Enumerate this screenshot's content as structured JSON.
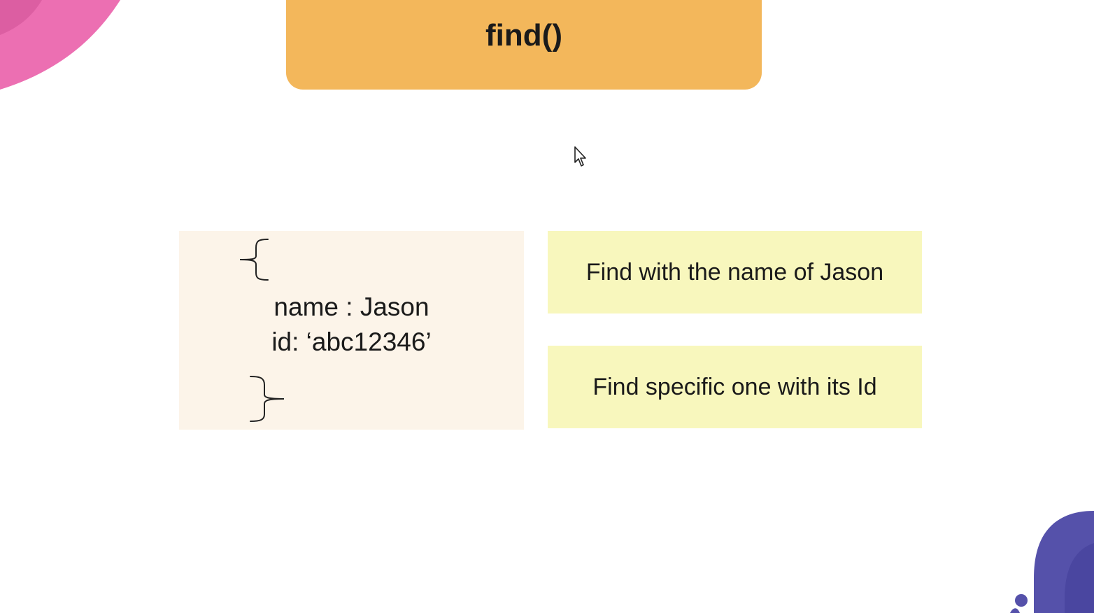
{
  "slide": {
    "title": "find()",
    "colors": {
      "title_banner": "#f3b75b",
      "code_box": "#fcf4e9",
      "info_card": "#f8f7bd",
      "deco_pink": "#ec6fb2",
      "deco_purple": "#5551aa"
    }
  },
  "code_example": {
    "open_brace": "{",
    "name_line": "name : Jason",
    "id_line": "id: ‘abc12346’",
    "close_brace": "}"
  },
  "info_cards": [
    {
      "text": "Find with the name of Jason"
    },
    {
      "text": "Find specific one with its Id"
    }
  ],
  "icons": {
    "cursor": "mouse-pointer-icon"
  }
}
